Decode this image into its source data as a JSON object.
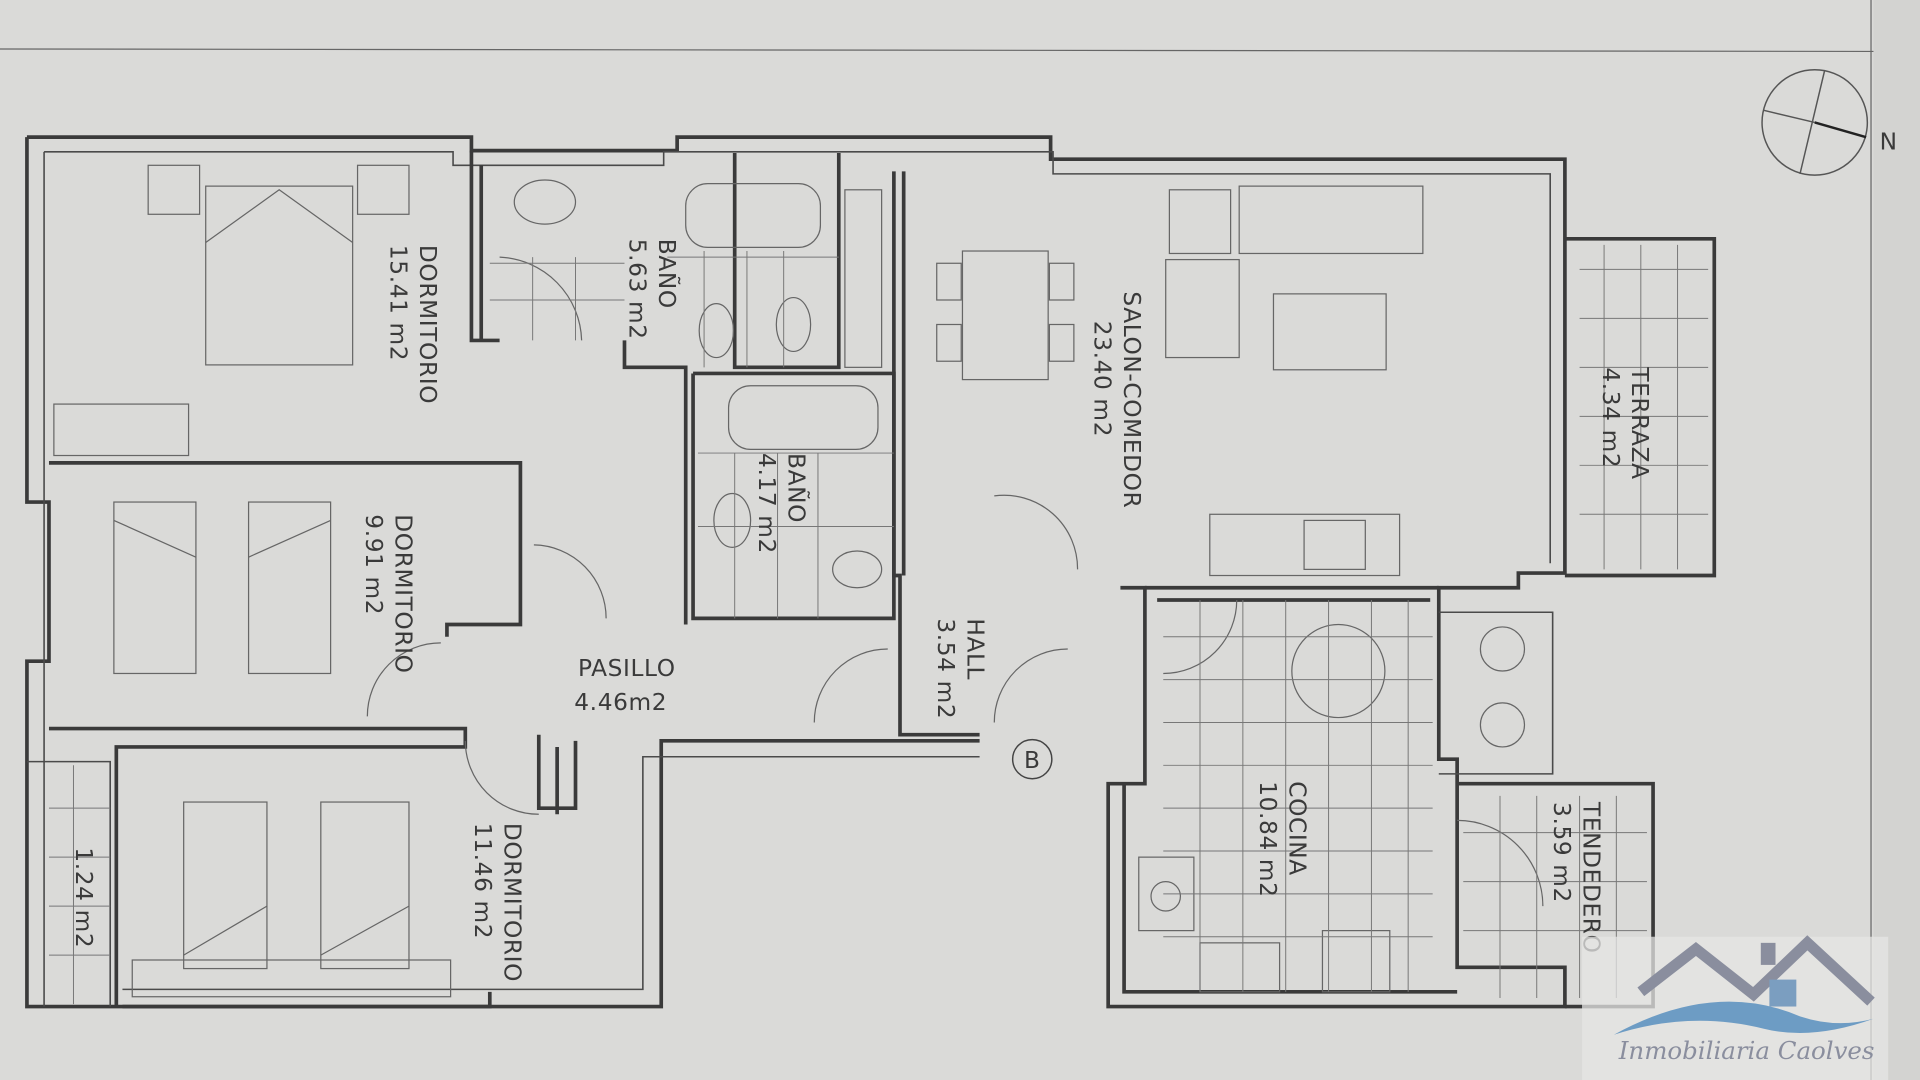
{
  "plan": {
    "rooms": [
      {
        "name": "DORMITORIO",
        "area": "15.41 m2"
      },
      {
        "name": "BAÑO",
        "area": "5.63 m2"
      },
      {
        "name": "BAÑO",
        "area": "4.17 m2"
      },
      {
        "name": "SALON-COMEDOR",
        "area": "23.40 m2"
      },
      {
        "name": "TERRAZA",
        "area": "4.34 m2"
      },
      {
        "name": "DORMITORIO",
        "area": "9.91 m2"
      },
      {
        "name": "PASILLO",
        "area": "4.46m2"
      },
      {
        "name": "HALL",
        "area": "3.54 m2"
      },
      {
        "name": "DORMITORIO",
        "area": "11.46 m2"
      },
      {
        "name": "COCINA",
        "area": "10.84 m2"
      },
      {
        "name": "TENDEDERO",
        "area": "3.59 m2"
      },
      {
        "name": "",
        "area": "1.24 m2"
      }
    ],
    "entrance_marker": "B",
    "compass_label": "N"
  },
  "watermark": {
    "text": "Inmobiliaria Caolves",
    "colors": {
      "roof": "#8a8e9e",
      "wave": "#6d9cc4"
    }
  },
  "colors": {
    "paper": "#dcdcda",
    "ink": "#3a3a3a"
  }
}
